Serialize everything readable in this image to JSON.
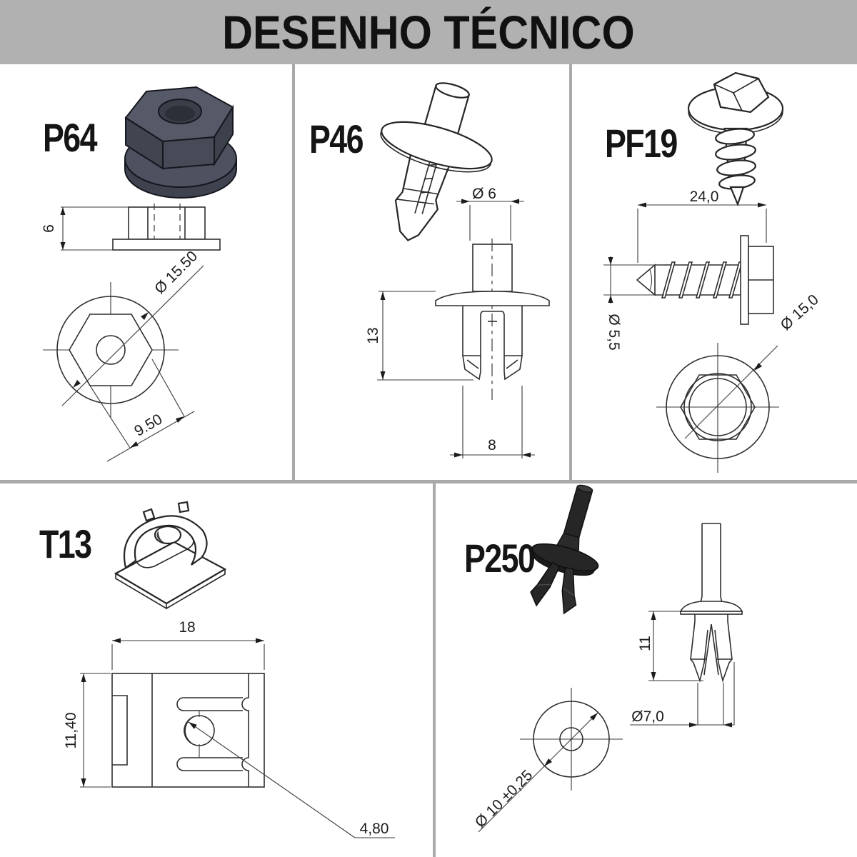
{
  "header": {
    "title": "DESENHO TÉCNICO"
  },
  "panels": {
    "p64": {
      "label": "P64",
      "dim_height": "6",
      "dim_outer_diameter": "Ø 15.50",
      "dim_across_flats": "9.50"
    },
    "p46": {
      "label": "P46",
      "dim_pin_diameter": "Ø 6",
      "dim_body_length": "13",
      "dim_body_width": "8"
    },
    "pf19": {
      "label": "PF19",
      "dim_length": "24,0",
      "dim_thread_diameter": "Ø 5,5",
      "dim_washer_diameter": "Ø 15,0"
    },
    "t13": {
      "label": "T13",
      "dim_width": "18",
      "dim_depth": "11,40",
      "dim_hole_diameter": "4,80"
    },
    "p250": {
      "label": "P250",
      "dim_leg_length": "11",
      "dim_tip_diameter": "Ø7,0",
      "dim_flange_diameter": "Ø 10 ±0,25"
    }
  },
  "colors": {
    "header_bg": "#b1b1b1",
    "divider": "#a9a9a9",
    "drawing_line": "#2e2e2e",
    "part_dark_gray": "#4d5160",
    "part_black": "#262626"
  }
}
